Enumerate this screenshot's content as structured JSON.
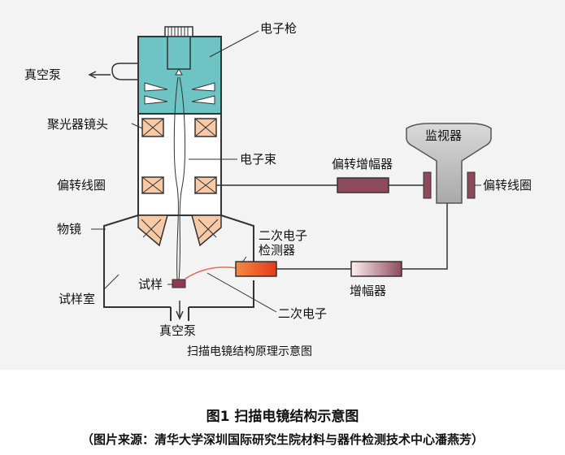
{
  "diagram": {
    "caption": "扫描电镜结构原理示意图",
    "labels": {
      "electron_gun": "电子枪",
      "vacuum_pump_top": "真空泵",
      "condenser_lens": "聚光器镜头",
      "electron_beam": "电子束",
      "deflection_coil_left": "偏转线圈",
      "objective_lens": "物镜",
      "secondary_detector_line1": "二次电子",
      "secondary_detector_line2": "检测器",
      "specimen": "试样",
      "specimen_chamber": "试样室",
      "secondary_electron": "二次电子",
      "vacuum_pump_bottom": "真空泵",
      "deflection_amplifier": "偏转增幅器",
      "monitor": "监视器",
      "deflection_coil_right": "偏转线圈",
      "amplifier": "增幅器"
    },
    "colors": {
      "gun_fill": "#6ec4c4",
      "lens_fill": "#f7c9a5",
      "amplifier_fill": "#8e4a5a",
      "monitor_fill": "#bdbdbd",
      "detector_fill": "#e05a2a",
      "beam_color": "#e86a5a"
    }
  },
  "figure": {
    "title": "图1 扫描电镜结构示意图",
    "source": "（图片来源：清华大学深圳国际研究生院材料与器件检测技术中心潘燕芳）"
  }
}
